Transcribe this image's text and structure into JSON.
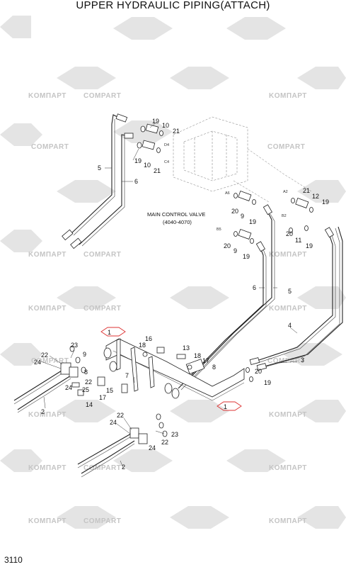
{
  "title": "UPPER HYDRAULIC PIPING(ATTACH)",
  "page_number": "3110",
  "valve_label": {
    "line1": "MAIN CONTROL VALVE",
    "line2": "(4040-4070)"
  },
  "watermarks": {
    "a": "KOMПАРТ",
    "b": "COMPART"
  },
  "port_labels": [
    "D4",
    "C4",
    "A6",
    "A2",
    "B5",
    "B2"
  ],
  "callouts": {
    "c19a": "19",
    "c10a": "10",
    "c21a": "21",
    "c19b": "19",
    "c10b": "10",
    "c21b": "21",
    "c5a": "5",
    "c6a": "6",
    "c21c": "21",
    "c12c": "12",
    "c19c": "19",
    "c20d": "20",
    "c9d": "9",
    "c19d": "19",
    "c20e": "20",
    "c11e": "11",
    "c19e": "19",
    "c20f": "20",
    "c9f": "9",
    "c19f": "19",
    "c6b": "6",
    "c5b": "5",
    "c4": "4",
    "c3": "3",
    "c1a": "1",
    "c1b": "1",
    "c16": "16",
    "c18a": "18",
    "c13": "13",
    "c18b": "18",
    "c17a": "17",
    "c8a": "8",
    "c23a": "23",
    "c22a": "22",
    "c24a": "24",
    "c9g": "9",
    "c8b": "8",
    "c22b": "22",
    "c25": "25",
    "c24b": "24",
    "c17b": "17",
    "c7": "7",
    "c15": "15",
    "c14": "14",
    "c2a": "2",
    "c20g": "20",
    "c19g": "19",
    "c22c": "22",
    "c24c": "24",
    "c23b": "23",
    "c24d": "24",
    "c22d": "22",
    "c2b": "2"
  }
}
